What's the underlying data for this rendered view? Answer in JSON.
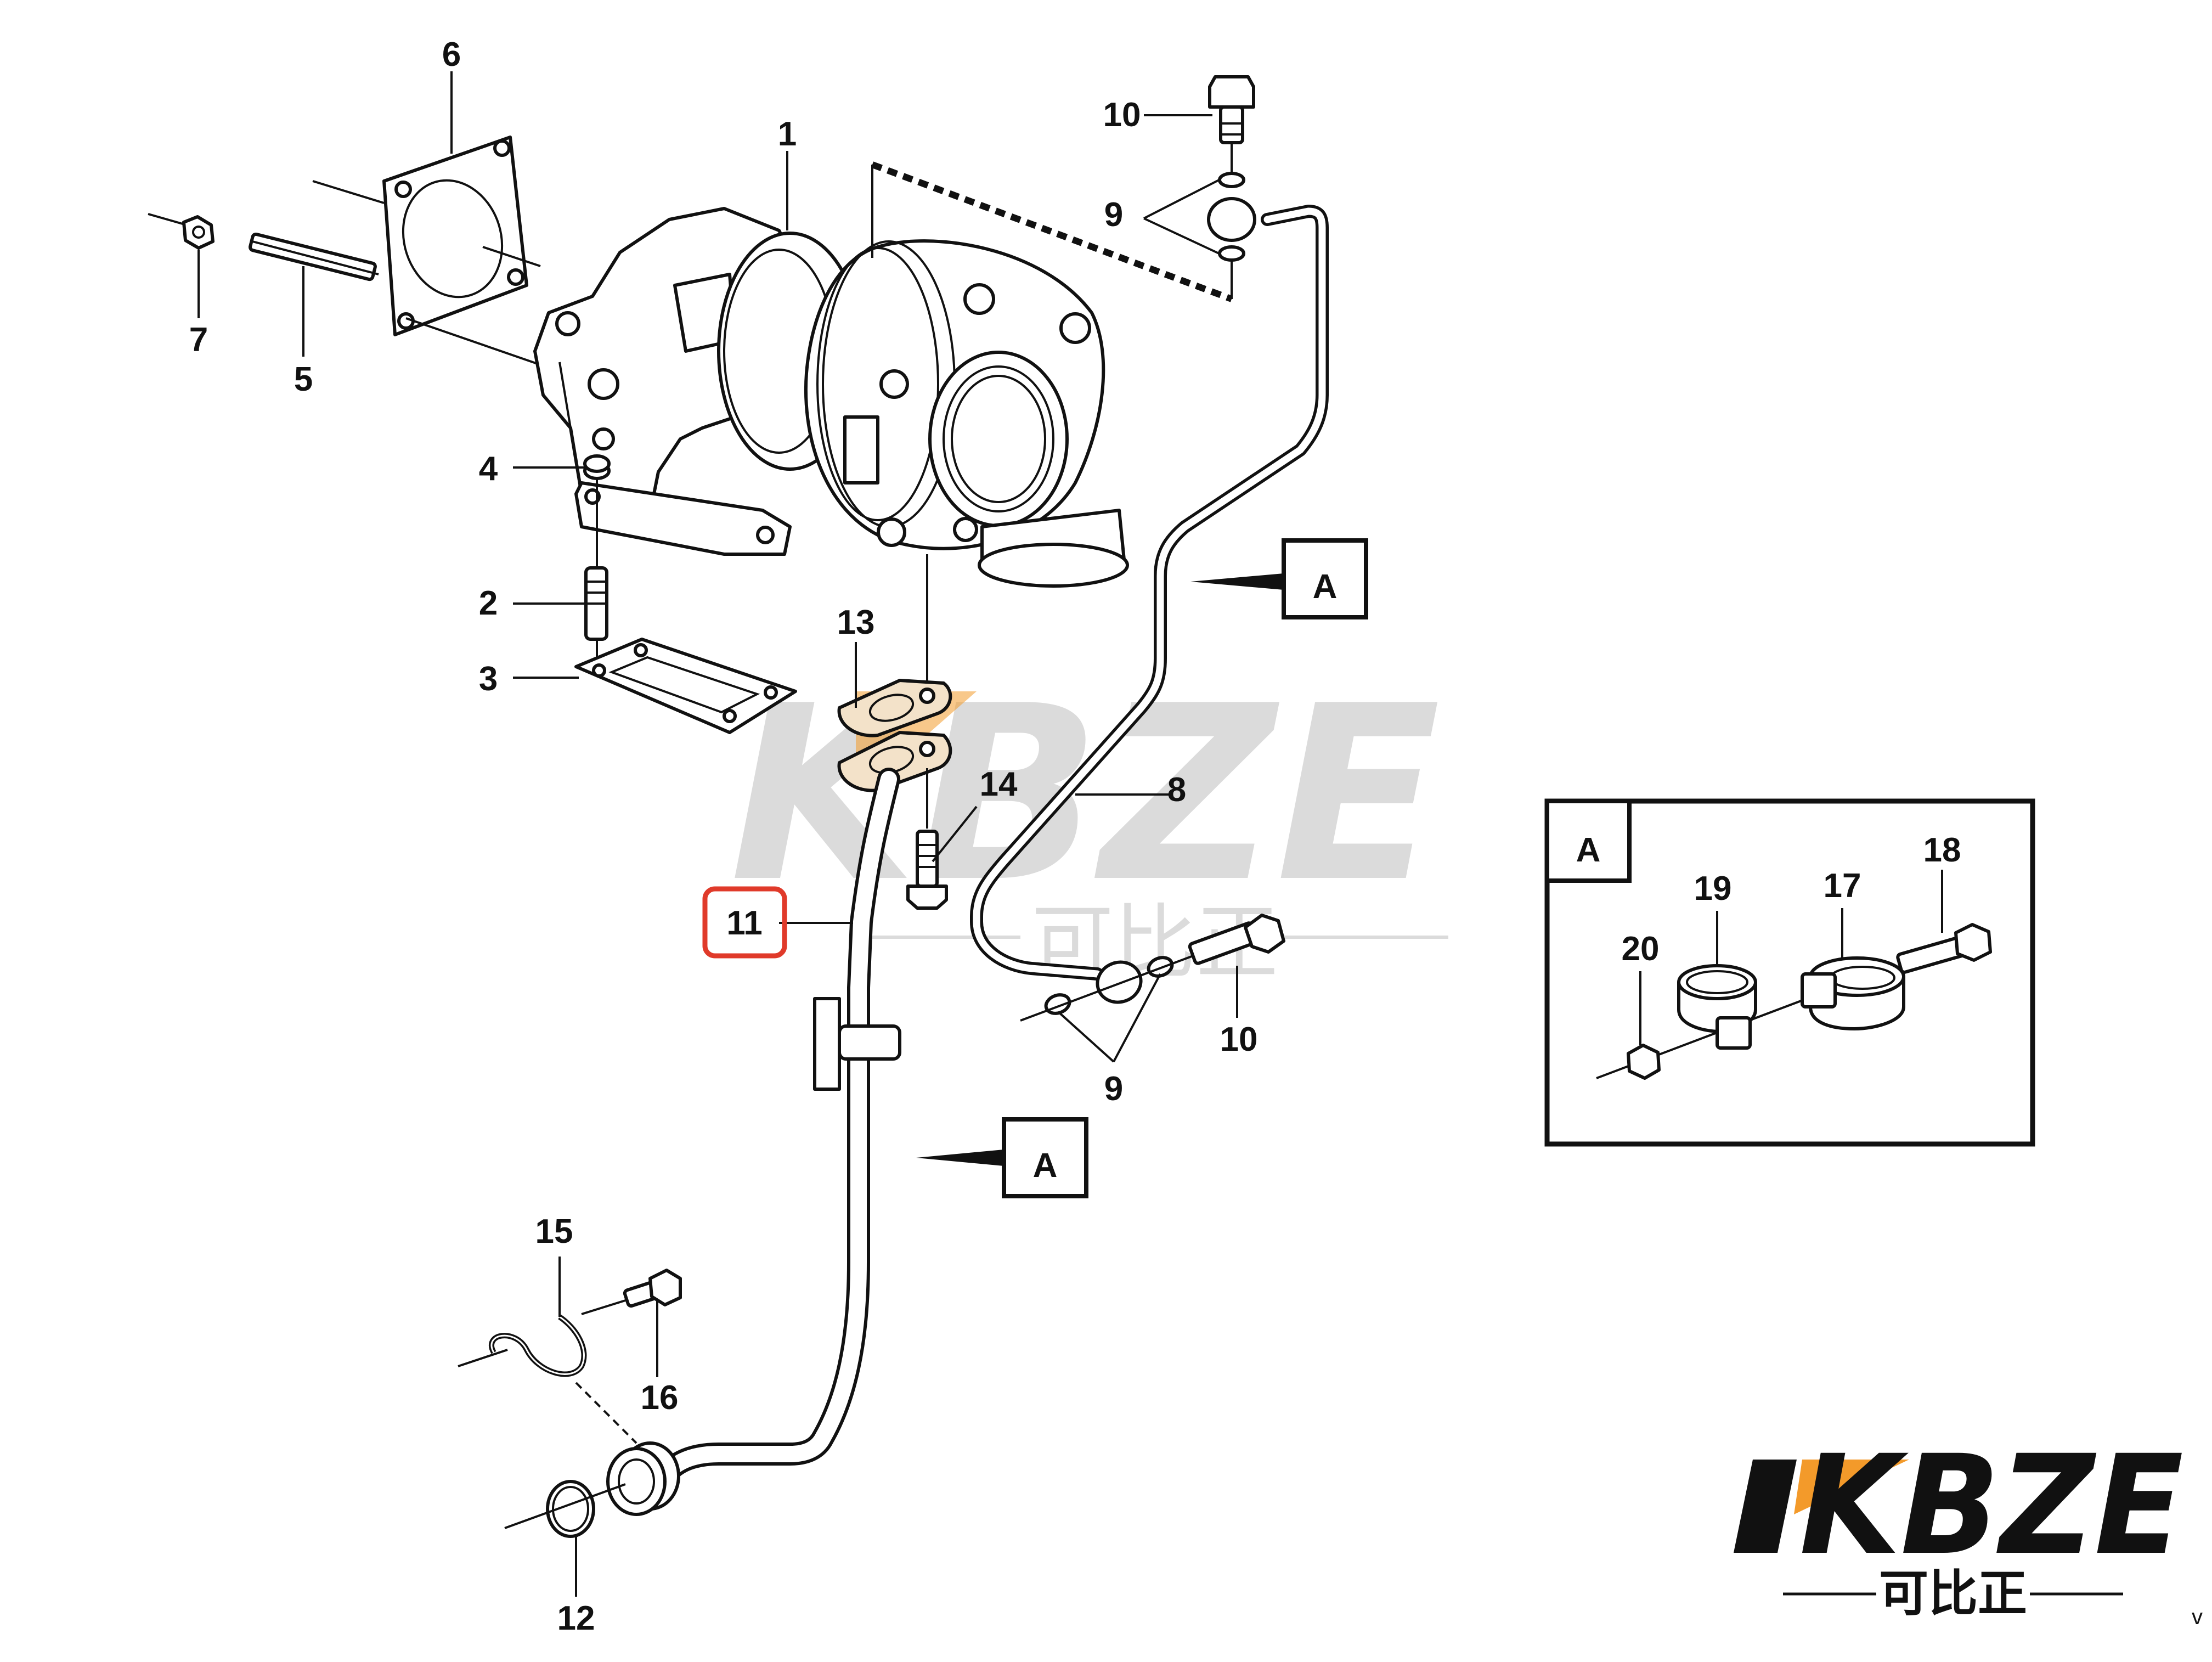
{
  "diagram": {
    "callouts": [
      "1",
      "2",
      "3",
      "4",
      "5",
      "6",
      "7",
      "8",
      "9",
      "10",
      "11",
      "12",
      "13",
      "14",
      "15",
      "16",
      "9",
      "10"
    ],
    "highlighted_callout": "11",
    "view_marker_letter": "A",
    "view_marker_letter_2": "A",
    "detail": {
      "label": "A",
      "callouts": [
        "17",
        "18",
        "19",
        "20"
      ]
    },
    "highlight_color": "#e03a2a",
    "watermark_accent_color": "#f39a2a"
  },
  "branding": {
    "logo_text": "KBZE",
    "logo_subtitle": "可比正",
    "watermark_text": "KBZE",
    "watermark_subtitle": "可比正",
    "corner_text": "v"
  }
}
